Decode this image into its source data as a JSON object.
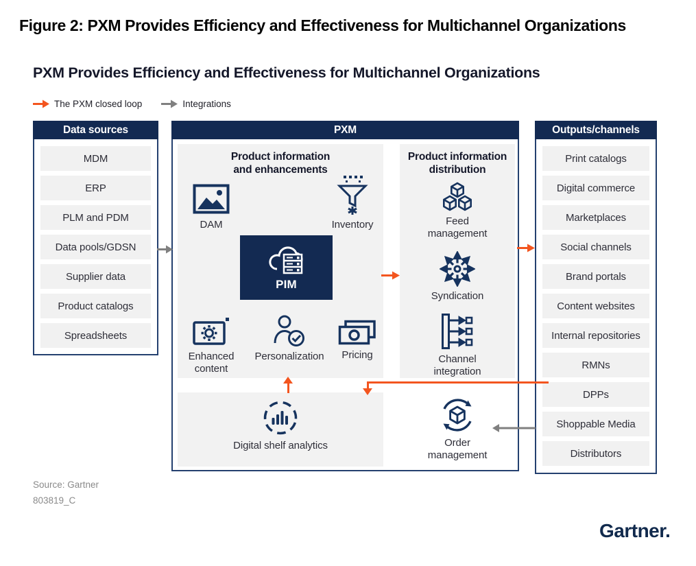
{
  "figure_title": "Figure 2: PXM Provides Efficiency and Effectiveness for Multichannel Organizations",
  "chart_title": "PXM Provides Efficiency and Effectiveness for Multichannel Organizations",
  "legend": {
    "closed_loop_label": "The PXM closed loop",
    "integrations_label": "Integrations"
  },
  "colors": {
    "navy": "#132a52",
    "icon_navy": "#16335e",
    "orange": "#f3551f",
    "gray_arrow": "#808080",
    "item_bg": "#f1f1f1",
    "panel_bg": "#f2f2f2"
  },
  "data_sources": {
    "header": "Data sources",
    "items": [
      "MDM",
      "ERP",
      "PLM and PDM",
      "Data pools/GDSN",
      "Supplier data",
      "Product catalogs",
      "Spreadsheets"
    ]
  },
  "pxm": {
    "header": "PXM",
    "enhancements": {
      "title_lines": [
        "Product information",
        "and enhancements"
      ],
      "dam_label": "DAM",
      "inventory_label": "Inventory",
      "pim_label": "PIM",
      "enhanced_content_label": "Enhanced content",
      "personalization_label": "Personalization",
      "pricing_label": "Pricing"
    },
    "distribution": {
      "title_lines": [
        "Product information",
        "distribution"
      ],
      "feed_label": "Feed management",
      "syndication_label": "Syndication",
      "channel_label": "Channel integration"
    },
    "analytics_label": "Digital shelf analytics",
    "order_label": "Order management"
  },
  "outputs": {
    "header": "Outputs/channels",
    "items": [
      "Print catalogs",
      "Digital commerce",
      "Marketplaces",
      "Social channels",
      "Brand portals",
      "Content websites",
      "Internal repositories",
      "RMNs",
      "DPPs",
      "Shoppable Media",
      "Distributors"
    ]
  },
  "footer": {
    "source": "Source: Gartner",
    "doc_id": "803819_C",
    "logo": "Gartner."
  }
}
